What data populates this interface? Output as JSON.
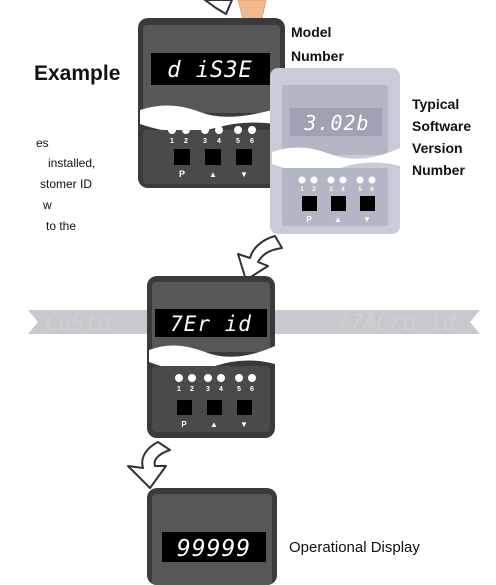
{
  "labels": {
    "example": "Example",
    "model_number_1": "Model",
    "model_number_2": "Number",
    "typical_1": "Typical",
    "typical_2": "Software",
    "typical_3": "Version",
    "typical_4": "Number",
    "operational": "Operational Display",
    "side_text_1": "es",
    "side_text_2": "installed,",
    "side_text_3": "stomer ID",
    "side_text_4": "w",
    "side_text_5": "to the"
  },
  "displays": {
    "model": "d iS3E",
    "version": "3.02b",
    "banner_left": "CuSto",
    "banner_center": "7Er id",
    "banner_right": "77ACro id",
    "operational": "99999"
  },
  "indicator_numbers": [
    "1",
    "2",
    "3",
    "4",
    "5",
    "6"
  ],
  "keys": {
    "program": "P",
    "up": "▲",
    "down": "▼"
  },
  "colors": {
    "bezel": "#3a3a3a",
    "display_bg": "#000000",
    "banner": "#c8c8d0",
    "secondary_unit": "#c9cbd6",
    "arrow_top": "#f2b98c"
  }
}
